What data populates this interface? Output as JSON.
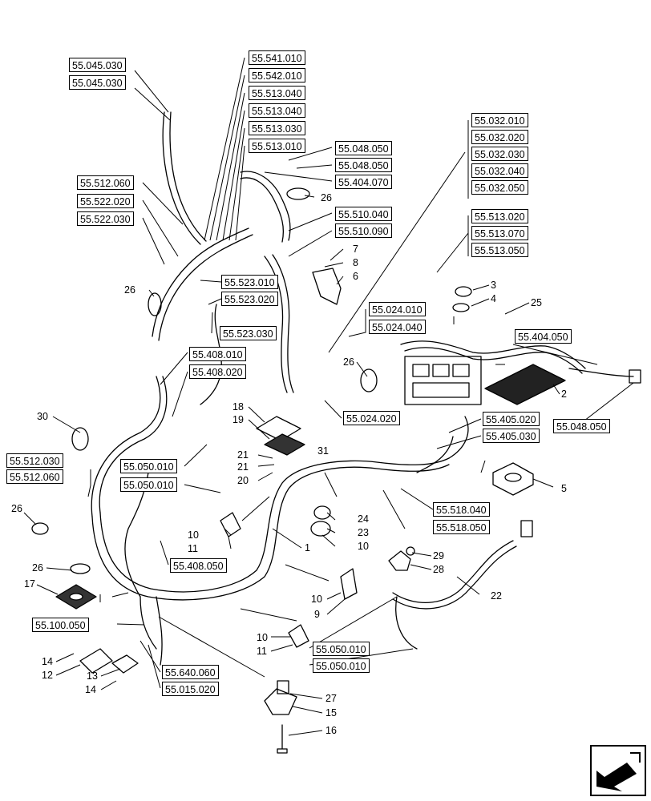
{
  "diagram": {
    "references": [
      "55.045.030",
      "55.045.030",
      "55.541.010",
      "55.542.010",
      "55.513.040",
      "55.513.040",
      "55.513.030",
      "55.513.010",
      "55.048.050",
      "55.048.050",
      "55.404.070",
      "55.032.010",
      "55.032.020",
      "55.032.030",
      "55.032.040",
      "55.032.050",
      "55.512.060",
      "55.522.020",
      "55.522.030",
      "55.510.040",
      "55.510.090",
      "55.513.020",
      "55.513.070",
      "55.513.050",
      "55.523.010",
      "55.523.020",
      "55.523.030",
      "55.024.010",
      "55.024.040",
      "55.404.050",
      "55.408.010",
      "55.408.020",
      "55.024.020",
      "55.405.020",
      "55.405.030",
      "55.048.050",
      "55.050.010",
      "55.050.010",
      "55.512.030",
      "55.512.060",
      "55.518.040",
      "55.518.050",
      "55.408.050",
      "55.100.050",
      "55.640.060",
      "55.015.020",
      "55.050.010",
      "55.050.010"
    ],
    "item_numbers": [
      "26",
      "7",
      "8",
      "6",
      "3",
      "4",
      "25",
      "26",
      "26",
      "2",
      "18",
      "19",
      "21",
      "21",
      "20",
      "31",
      "30",
      "5",
      "24",
      "23",
      "10",
      "29",
      "28",
      "10",
      "11",
      "1",
      "26",
      "26",
      "17",
      "22",
      "10",
      "9",
      "10",
      "11",
      "14",
      "12",
      "13",
      "14",
      "27",
      "15",
      "16"
    ]
  }
}
